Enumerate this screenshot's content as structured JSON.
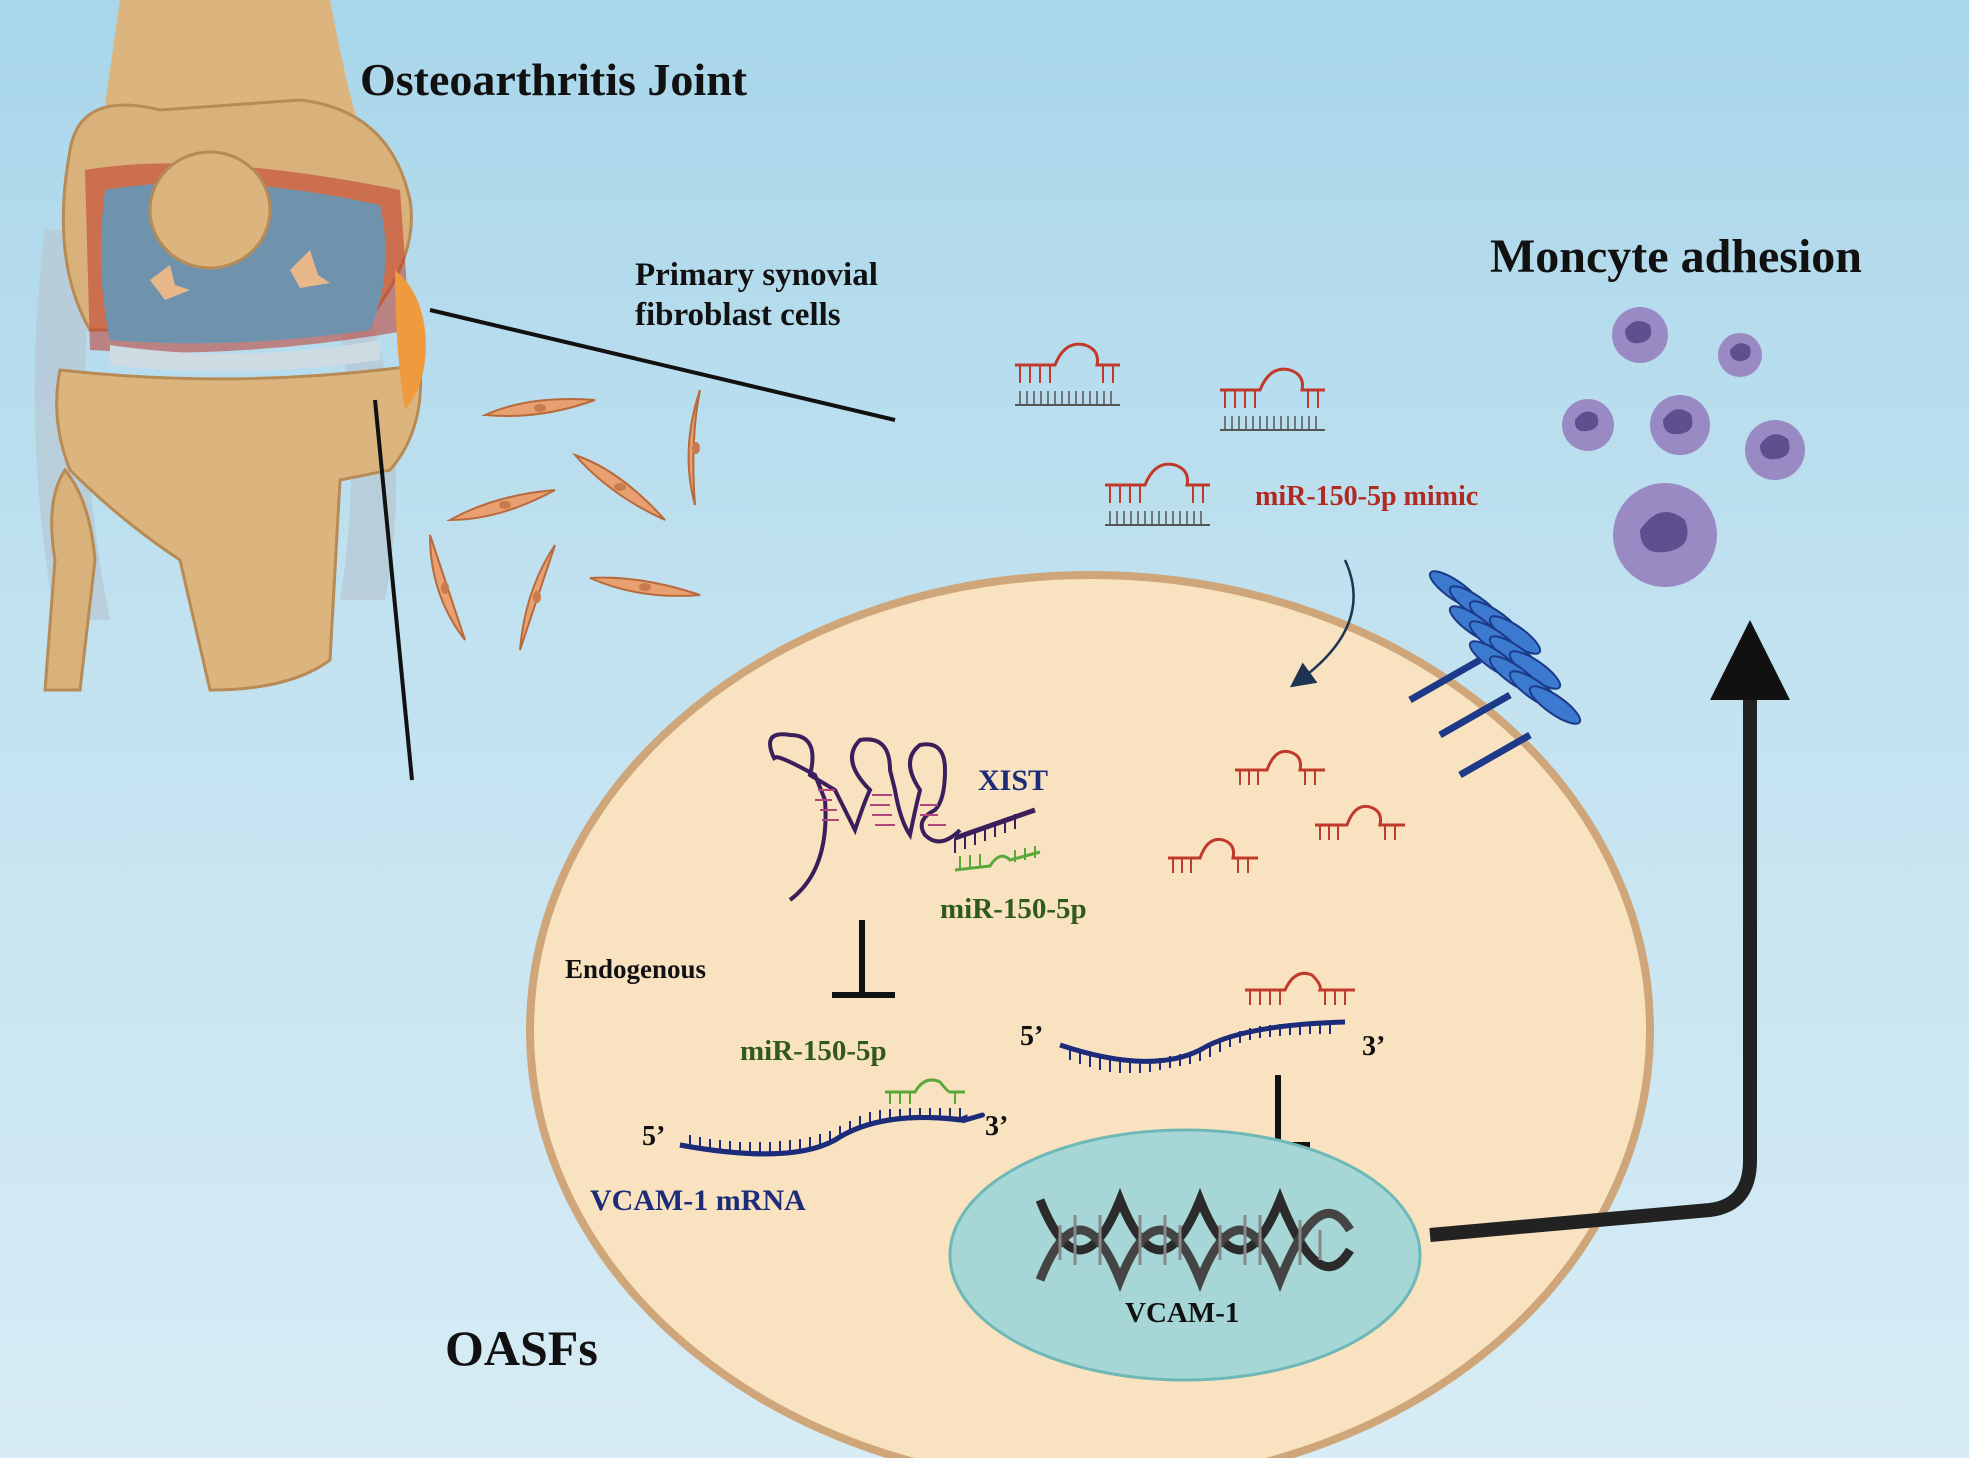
{
  "labels": {
    "joint_title": "Osteoarthritis Joint",
    "primary_cells_line1": "Primary synovial",
    "primary_cells_line2": "fibroblast cells",
    "monocyte_adhesion": "Moncyte adhesion",
    "mimic": "miR-150-5p mimic",
    "xist": "XIST",
    "mir_bound": "miR-150-5p",
    "endogenous": "Endogenous",
    "mir_free": "miR-150-5p",
    "five_prime": "5’",
    "three_prime": "3’",
    "vcam_mrna": "VCAM-1 mRNA",
    "vcam_gene": "VCAM-1",
    "cell_name": "OASFs"
  },
  "colors": {
    "background_top": "#a9d6ea",
    "cell_fill": "#f8e2bf",
    "cell_border": "#cfa67a",
    "nucleus_fill": "#a7d6d6",
    "mirna_red": "#c0392b",
    "mirna_green": "#5aa83a",
    "mrna_blue": "#1d2c7a",
    "xist_purple": "#3a1f5c",
    "monocyte": "#9a8ac4",
    "fibroblast": "#e8a070",
    "text_dark": "#111111",
    "text_red": "#b02a22",
    "text_green": "#2f5a1c",
    "text_blue": "#1d2c7a"
  }
}
